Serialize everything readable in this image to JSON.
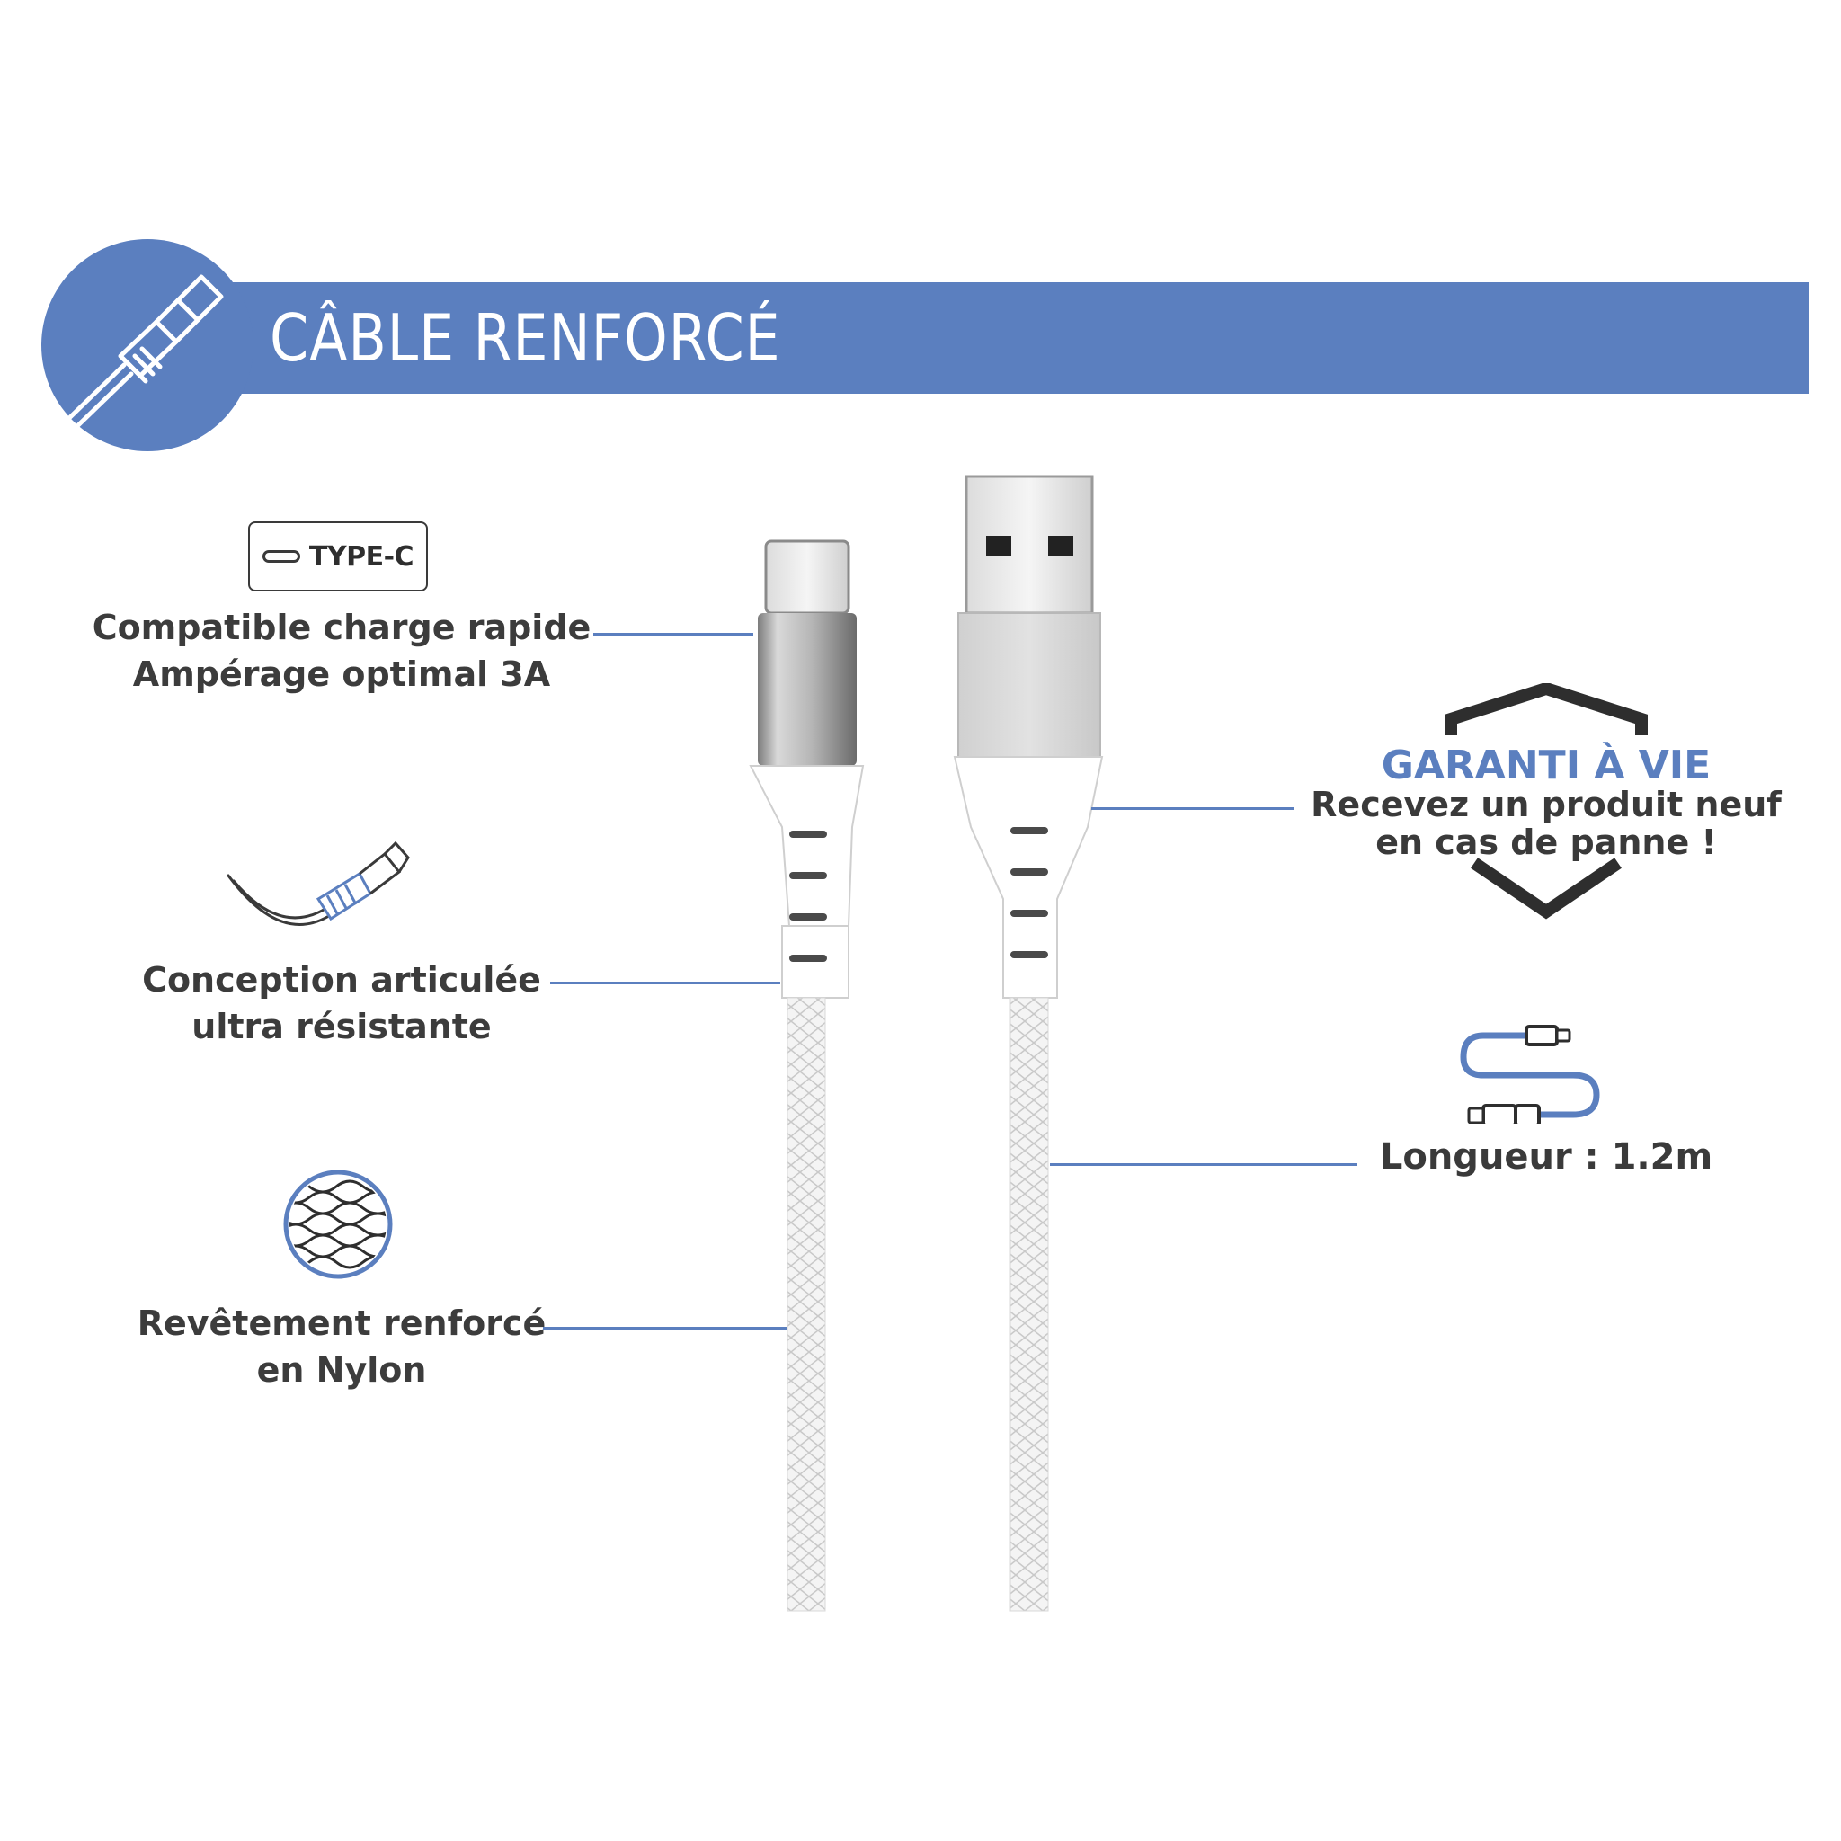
{
  "header": {
    "title": "CÂBLE RENFORCÉ",
    "badge_icon": "cable-icon"
  },
  "features_left": [
    {
      "icon": "usb-type-c-badge-icon",
      "badge_text": "TYPE-C",
      "lines": [
        "Compatible charge rapide",
        "Ampérage optimal 3A"
      ]
    },
    {
      "icon": "articulated-cable-icon",
      "lines": [
        "Conception articulée",
        "ultra résistante"
      ]
    },
    {
      "icon": "nylon-mesh-icon",
      "lines": [
        "Revêtement renforcé",
        "en Nylon"
      ]
    }
  ],
  "features_right": [
    {
      "icon": "shield-icon",
      "title": "GARANTI À VIE",
      "lines": [
        "Recevez un produit neuf",
        "en cas de panne !"
      ]
    },
    {
      "icon": "cable-length-icon",
      "label": "Longueur : 1.2m"
    }
  ],
  "colors": {
    "accent": "#5b7fbf",
    "text": "#3a3a3a",
    "background": "#ffffff"
  }
}
